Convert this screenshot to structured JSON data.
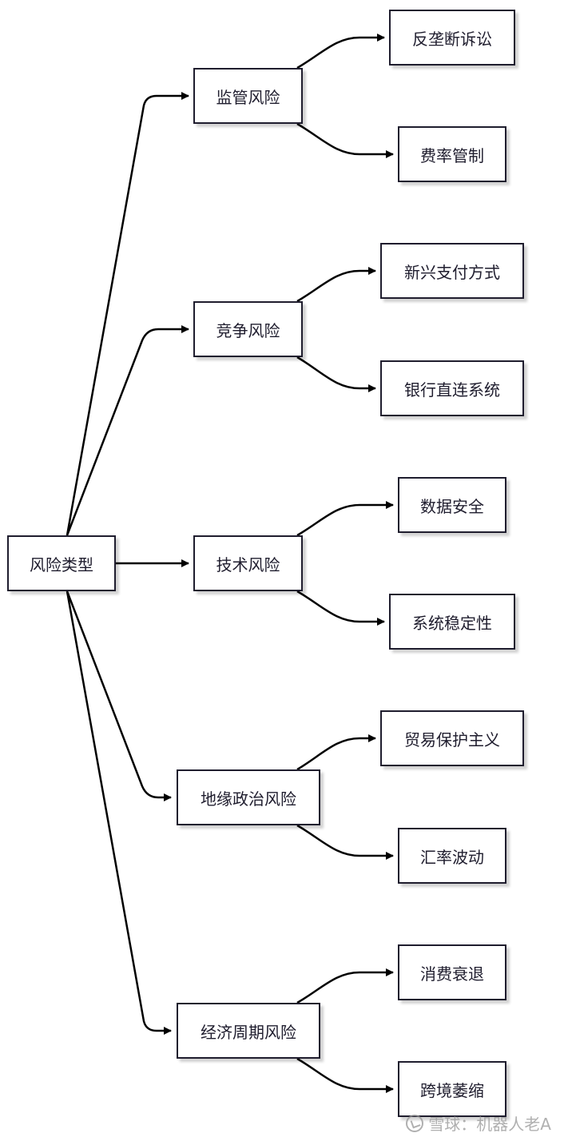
{
  "diagram": {
    "root": "风险类型",
    "categories": [
      {
        "label": "监管风险",
        "children": [
          "反垄断诉讼",
          "费率管制"
        ]
      },
      {
        "label": "竞争风险",
        "children": [
          "新兴支付方式",
          "银行直连系统"
        ]
      },
      {
        "label": "技术风险",
        "children": [
          "数据安全",
          "系统稳定性"
        ]
      },
      {
        "label": "地缘政治风险",
        "children": [
          "贸易保护主义",
          "汇率波动"
        ]
      },
      {
        "label": "经济周期风险",
        "children": [
          "消费衰退",
          "跨境萎缩"
        ]
      }
    ]
  },
  "watermark": {
    "text": "雪球：机器人老A",
    "icon": "xueqiu-logo-icon"
  }
}
